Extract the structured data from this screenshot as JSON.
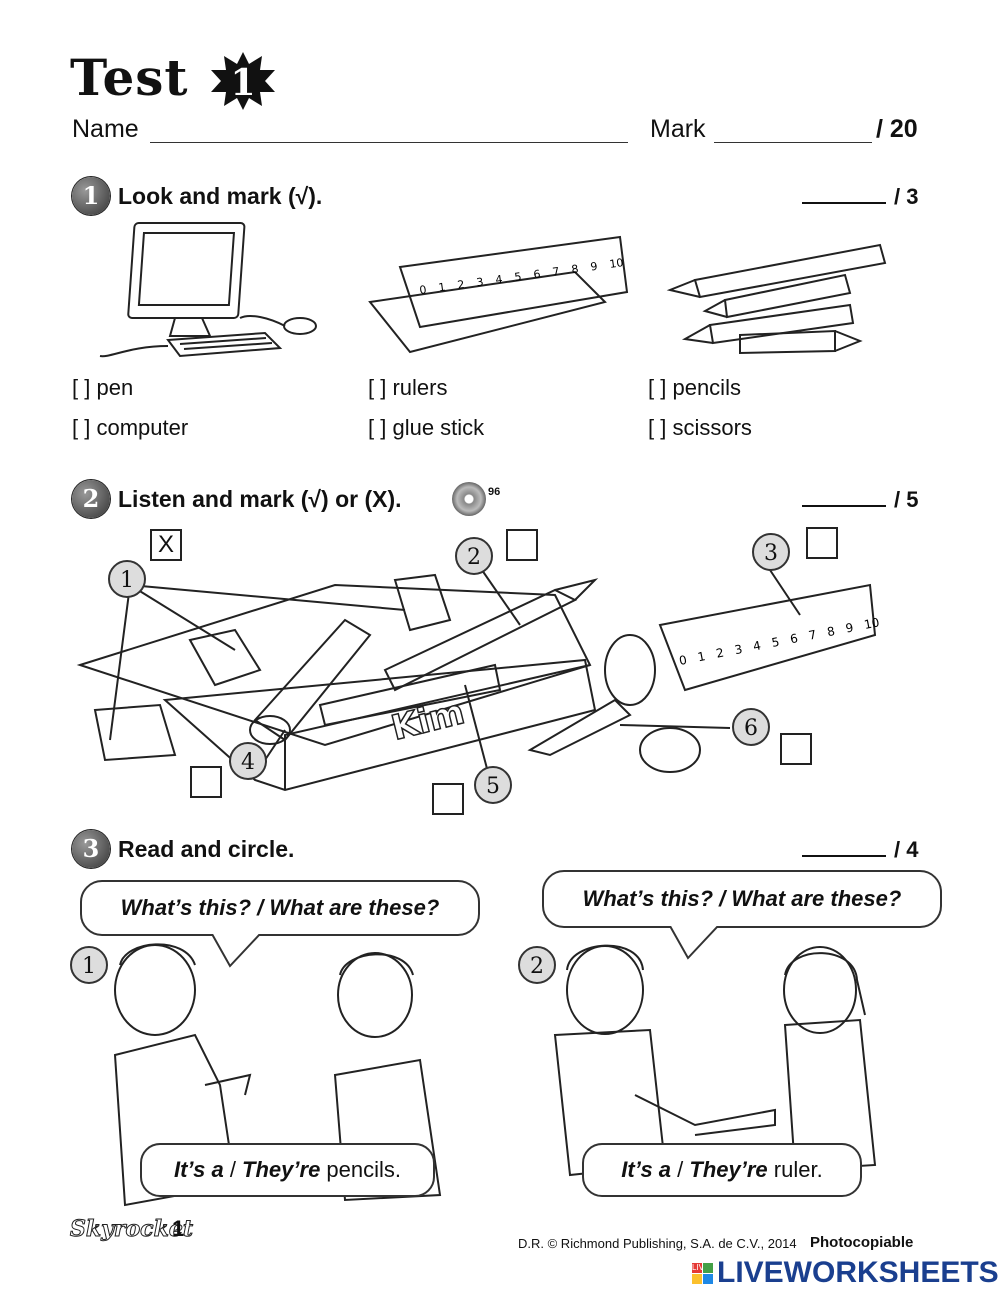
{
  "header": {
    "title": "Test",
    "test_number": "1",
    "name_label": "Name",
    "mark_label": "Mark",
    "mark_total": "/ 20"
  },
  "sections": [
    {
      "number": "1",
      "title": "Look and mark (√).",
      "score": "/ 3",
      "options": [
        {
          "bracket": "[   ]",
          "label": "pen"
        },
        {
          "bracket": "[   ]",
          "label": "rulers"
        },
        {
          "bracket": "[   ]",
          "label": "pencils"
        },
        {
          "bracket": "[   ]",
          "label": "computer"
        },
        {
          "bracket": "[   ]",
          "label": "glue stick"
        },
        {
          "bracket": "[   ]",
          "label": "scissors"
        }
      ]
    },
    {
      "number": "2",
      "title": "Listen and mark (√) or (X).",
      "track": "96",
      "score": "/ 5",
      "callouts": [
        "1",
        "2",
        "3",
        "4",
        "5",
        "6"
      ],
      "example_mark": "X",
      "ruler_digits": [
        "0",
        "1",
        "2",
        "3",
        "4",
        "5",
        "6",
        "7",
        "8",
        "9",
        "10"
      ],
      "box_label": "Kim"
    },
    {
      "number": "3",
      "title": "Read and circle.",
      "score": "/ 4",
      "items": [
        {
          "num": "1",
          "question": "What’s this? / What are these?",
          "a": "It’s a",
          "sep": " / ",
          "b": "They’re",
          "noun": " pencils."
        },
        {
          "num": "2",
          "question": "What’s this? / What are these?",
          "a": "It’s a",
          "sep": " / ",
          "b": "They’re",
          "noun": " ruler."
        }
      ]
    }
  ],
  "footer": {
    "brand": "Skyrocket",
    "level": "1",
    "copyright": "D.R. © Richmond Publishing, S.A. de C.V., 2014",
    "photocopiable": "Photocopiable",
    "site_prefix": "LIVE",
    "site": "LIVEWORKSHEETS"
  }
}
